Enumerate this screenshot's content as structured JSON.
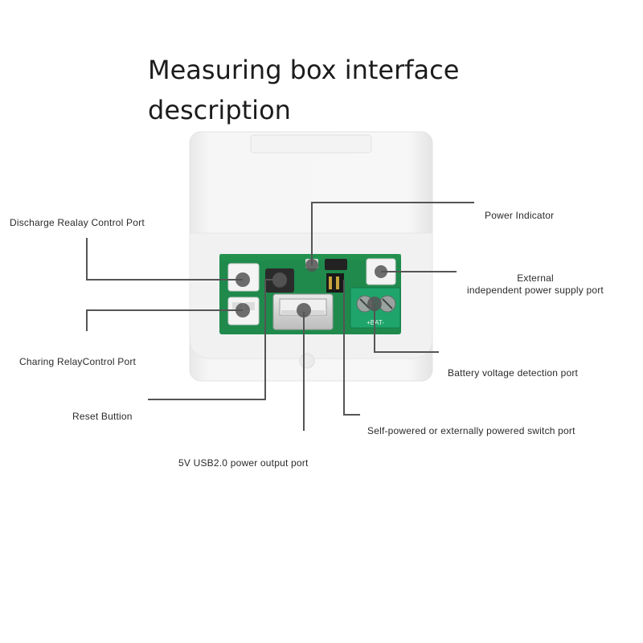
{
  "title": {
    "line1": "Measuring box interface",
    "line2": "description"
  },
  "callouts": {
    "discharge_relay": "Discharge  Realay  Control  Port",
    "charging_relay": "Charing  RelayControl  Port",
    "reset_button": "Reset  Buttion",
    "usb_output": "5V  USB2.0  power output port",
    "power_indicator": "Power Indicator",
    "external_power_line1": "External",
    "external_power_line2": "independent power supply port",
    "battery_voltage": "Battery voltage detection port",
    "power_switch": "Self-powered or externally powered switch port"
  },
  "board": {
    "terminal_marking": "+BAT-",
    "pcb_color": "#1f8a4c",
    "terminal_color": "#1fa56b"
  }
}
